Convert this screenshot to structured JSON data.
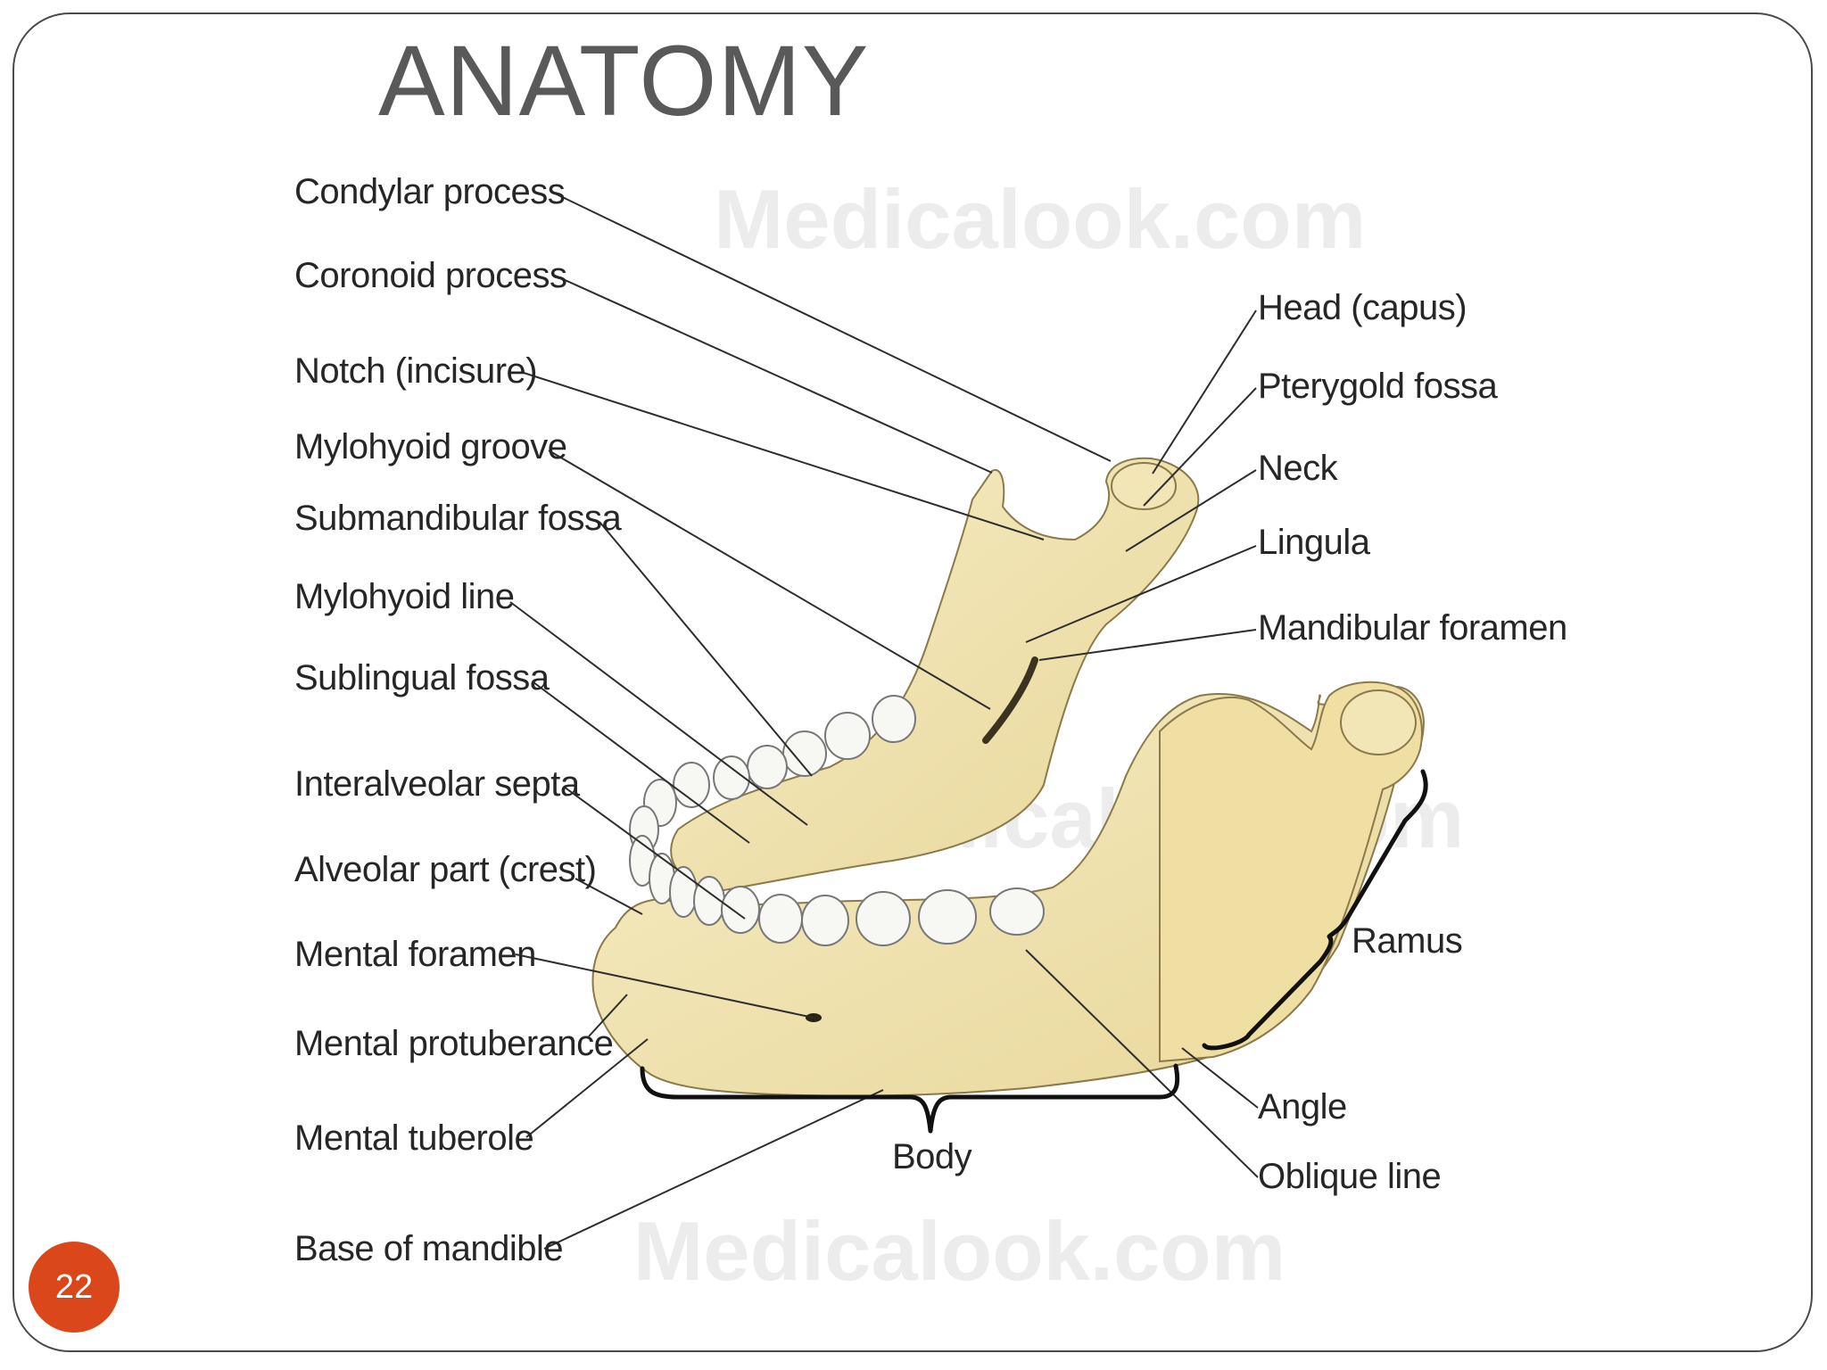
{
  "slide": {
    "title": "ANATOMY",
    "page_number": "22"
  },
  "watermark": {
    "text": "Medicalook.com"
  },
  "diagram": {
    "bone_color": "#f2e5b0",
    "left_labels": [
      "Condylar process",
      "Coronoid process",
      "Notch (incisure)",
      "Mylohyoid groove",
      "Submandibular fossa",
      "Mylohyoid line",
      "Sublingual fossa",
      "Interalveolar septa",
      "Alveolar part (crest)",
      "Mental foramen",
      "Mental protuberance",
      "Mental tuberole",
      "Base of mandible"
    ],
    "right_labels": [
      "Head (capus)",
      "Pterygold fossa",
      "Neck",
      "Lingula",
      "Mandibular foramen",
      "Angle",
      "Oblique line"
    ],
    "brace_labels": {
      "ramus": "Ramus",
      "body": "Body"
    }
  },
  "colors": {
    "title": "#595959",
    "badge": "#d9471b",
    "frame": "#4a4a4a"
  }
}
